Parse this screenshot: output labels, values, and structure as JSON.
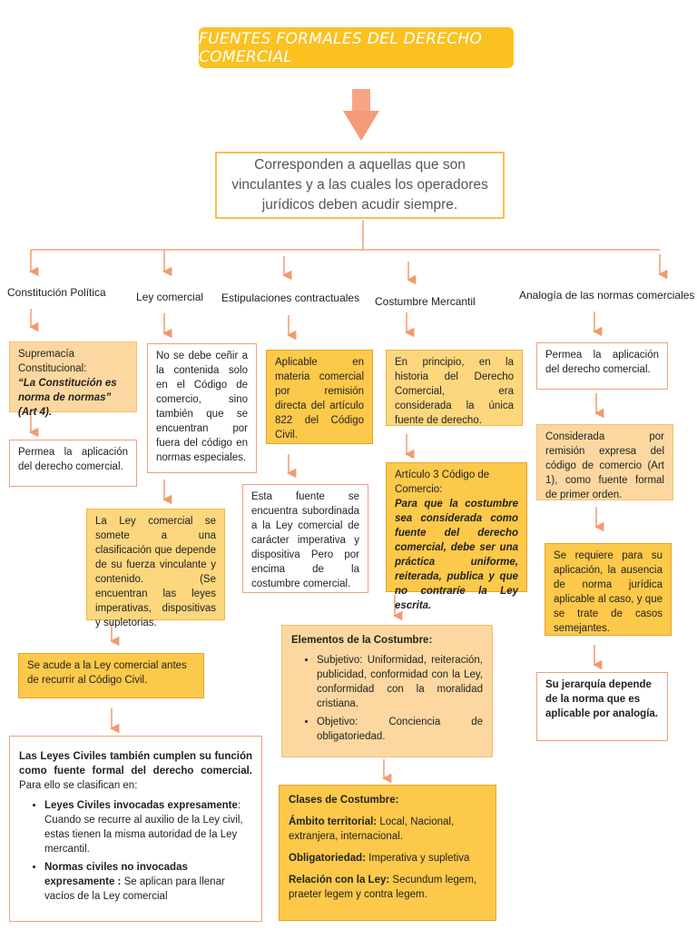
{
  "title": "FUENTES FORMALES DEL DERECHO COMERCIAL",
  "intro": "Corresponden a aquellas que son vinculantes y a las cuales los operadores jurídicos deben acudir siempre.",
  "columns": {
    "constitucion": {
      "label": "Constitución Política",
      "box1_a": "Supremacía Constitucional:",
      "box1_b": "“La Constitución es norma de normas” (Art 4).",
      "box2": "Permea la aplicación del derecho comercial."
    },
    "ley": {
      "label": "Ley comercial",
      "box1": "No se debe ceñir a la contenida solo en el Código de comercio, sino también que se encuentran por fuera del código en normas especiales.",
      "box2": "La Ley comercial se somete a una clasificación que depende de su fuerza vinculante y contenido. (Se encuentran las leyes imperativas, dispositivas y supletorias.",
      "box3": "Se acude a la Ley comercial antes de recurrir al Código Civil.",
      "box4_bold": "Las Leyes Civiles también cumplen su función como fuente formal del derecho comercial.",
      "box4_rest": " Para ello se clasifican en:",
      "box4_items": [
        {
          "bold": "Leyes Civiles invocadas expresamente",
          "text": ": Cuando se recurre al auxilio de la Ley civil, estas tienen la misma autoridad de la Ley mercantil."
        },
        {
          "bold": "Normas civiles no invocadas expresamente :",
          "text": " Se aplican para llenar vacíos de la Ley comercial"
        }
      ]
    },
    "estipulaciones": {
      "label": "Estipulaciones contractuales",
      "box1": "Aplicable en materia comercial por remisión directa del artículo 822 del Código Civil.",
      "box2": "Esta fuente se encuentra subordinada a la Ley comercial de carácter imperativa y dispositiva Pero por encima de la costumbre comercial."
    },
    "costumbre": {
      "label": "Costumbre Mercantil",
      "box1": "En principio, en la historia del Derecho Comercial, era considerada la única fuente de derecho.",
      "box2_a": "Artículo 3 Código de Comercio:",
      "box2_b": "Para que la costumbre sea considerada como fuente del derecho comercial, debe ser una práctica uniforme, reiterada, publica y que no contraríe la Ley escrita.",
      "box3_title": "Elementos de la Costumbre:",
      "box3_items": [
        "Subjetivo: Uniformidad, reiteración, publicidad, conformidad con la Ley, conformidad con la moralidad cristiana.",
        "Objetivo: Conciencia de obligatoriedad."
      ],
      "box4_title": "Clases de Costumbre:",
      "box4_lines": [
        {
          "bold": "Ámbito territorial:",
          "text": " Local, Nacional, extranjera, internacional."
        },
        {
          "bold": "Obligatoriedad:",
          "text": " Imperativa y supletiva"
        },
        {
          "bold": "Relación con la Ley:",
          "text": " Secundum legem, praeter legem y contra legem."
        }
      ]
    },
    "analogia": {
      "label": "Analogía de las normas comerciales",
      "box1": "Permea la aplicación del derecho comercial.",
      "box2": "Considerada por remisión expresa del código de comercio (Art 1), como fuente formal de primer orden.",
      "box3": "Se requiere para su aplicación, la ausencia de norma jurídica aplicable al caso, y que se trate de casos semejantes.",
      "box4": "Su jerarquía depende de la norma que es aplicable por analogía."
    }
  },
  "colors": {
    "title_bg": "#fbc121",
    "arrow": "#f29a6e",
    "big_arrow": "#f59a78",
    "gold": "#fdc94a",
    "border_white_box": "#f0a07a"
  }
}
